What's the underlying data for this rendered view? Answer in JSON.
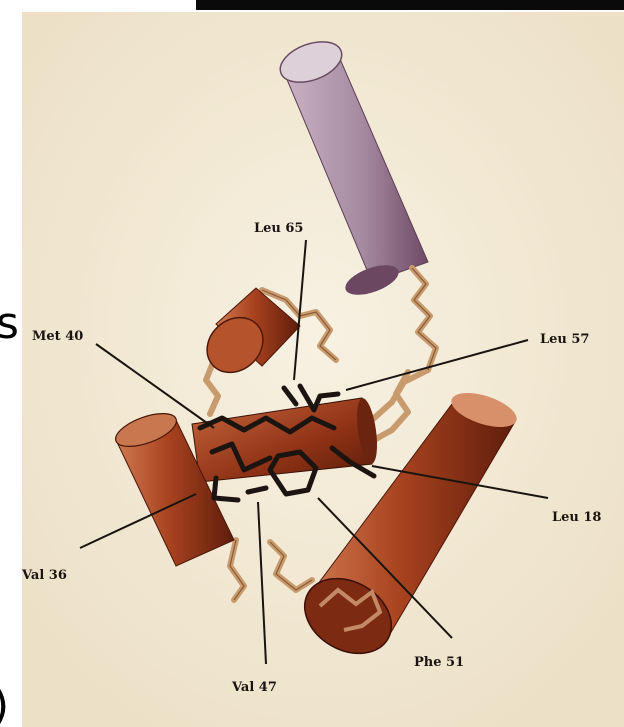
{
  "figure": {
    "labels": {
      "leu65": "Leu 65",
      "met40": "Met 40",
      "leu57": "Leu 57",
      "leu18": "Leu 18",
      "val36": "Val 36",
      "phe51": "Phe 51",
      "val47": "Val 47"
    },
    "edge_fragments": {
      "left_upper": "s",
      "left_lower": ")"
    },
    "colors": {
      "paper": "#f3ead8",
      "helix_red": "#9b3a1e",
      "helix_dark": "#6d2410",
      "helix_lavender": "#a58aa0",
      "loop": "#d9b48c",
      "side_chain": "#1c1410"
    }
  }
}
